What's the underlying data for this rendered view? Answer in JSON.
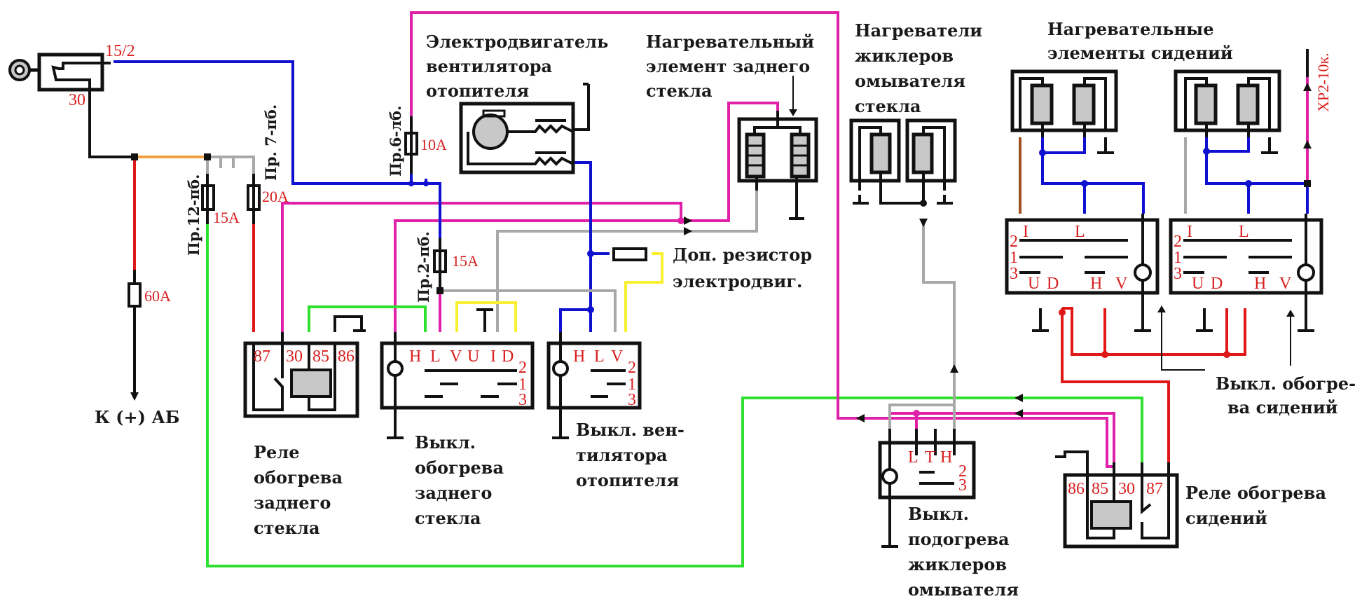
{
  "diagram": {
    "title_labels": {
      "fan_motor": [
        "Электродвигатель",
        "вентилятора",
        "отопителя"
      ],
      "rear_window_heater": [
        "Нагревательный",
        "элемент заднего",
        "стекла"
      ],
      "washer_jet_heaters": [
        "Нагреватели",
        "жиклеров",
        "омывателя",
        "стекла"
      ],
      "seat_heaters": [
        "Нагревательные",
        "элементы сидений"
      ],
      "fan_resistor": [
        "Доп. резистор",
        "электродвиг."
      ],
      "battery": "К (+) АБ",
      "rear_relay": [
        "Реле",
        "обогрева",
        "заднего",
        "стекла"
      ],
      "rear_switch": [
        "Выкл.",
        "обогрева",
        "заднего",
        "стекла"
      ],
      "fan_switch": [
        "Выкл. вен-",
        "тилятора",
        "отопителя"
      ],
      "washer_switch": [
        "Выкл.",
        "подогрева",
        "жиклеров",
        "омывателя"
      ],
      "seat_switch": [
        "Выкл. обогре-",
        "ва сидений"
      ],
      "seat_relay": [
        "Реле обогрева",
        "сидений"
      ]
    },
    "ignition": {
      "pin_15": "15/2",
      "pin_30": "30"
    },
    "fuses": {
      "main": "60A",
      "f12": {
        "name": "Пр.12-пб.",
        "rating": "15A"
      },
      "f7": {
        "name": "Пр. 7-пб.",
        "rating": "20A"
      },
      "f6": {
        "name": "Пр.6-лб.",
        "rating": "10A"
      },
      "f2": {
        "name": "Пр.2-пб.",
        "rating": "15A"
      }
    },
    "connector": "ХР2-10к.",
    "relay_rear_pins": [
      "87",
      "30",
      "85",
      "86"
    ],
    "relay_seat_pins": [
      "86",
      "85",
      "30",
      "87"
    ],
    "rear_switch_pins": [
      "H",
      "L",
      "V",
      "U",
      "I",
      "D"
    ],
    "rear_switch_pos": [
      "2",
      "1",
      "3"
    ],
    "fan_switch_pins": [
      "H",
      "L",
      "V"
    ],
    "fan_switch_pos": [
      "2",
      "1",
      "3"
    ],
    "washer_switch_pins": [
      "L",
      "T",
      "H"
    ],
    "washer_switch_pos": [
      "2",
      "3"
    ],
    "seat_switch_top": [
      "I",
      "L"
    ],
    "seat_switch_bottom": [
      "U",
      "D",
      "H",
      "V"
    ],
    "seat_switch_pos": [
      "2",
      "1",
      "3"
    ],
    "colors": {
      "blue": "#1010d0",
      "magenta": "#e020a8",
      "red": "#e01818",
      "green": "#30e030",
      "yellow": "#f8f030",
      "gray": "#a8a8a8",
      "orange": "#f0a040",
      "brown": "#a05020",
      "black": "#111111"
    }
  }
}
